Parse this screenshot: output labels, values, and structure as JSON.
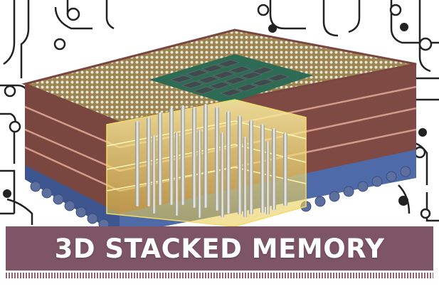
{
  "banner": {
    "title": "3D STACKED MEMORY"
  },
  "colors": {
    "banner_background": "#7d5565",
    "banner_text": "#ffffff",
    "stripe": "#8d6474",
    "chip_layer": "#7a4640",
    "chip_top": "#b69a5b",
    "pad_dots": "#e4e8dc",
    "die": "#2d6b55",
    "die_block": "#3f4a4c",
    "substrate": "#4f6aa9",
    "solder_balls": "#5c6f9f",
    "tsv_highlight": "#e6c94a",
    "circuit_lines": "#222222"
  },
  "illustration": {
    "subject": "stacked-memory-chip-illustration",
    "layers": 4
  }
}
